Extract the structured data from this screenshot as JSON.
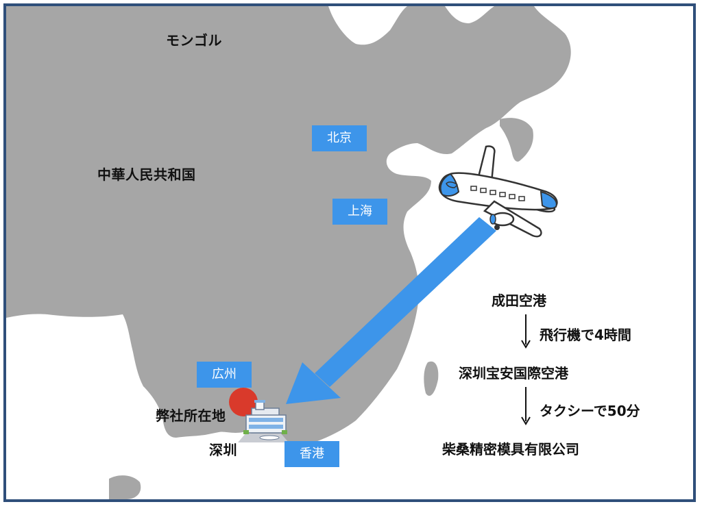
{
  "map": {
    "colors": {
      "land": "#a6a6a6",
      "sea": "#ffffff",
      "border": "#2f4f7a",
      "city_box": "#3d95ea",
      "route_arrow": "#3d95ea",
      "marker": "#d93a2b"
    },
    "labels": {
      "mongolia": "モンゴル",
      "china": "中華人民共和国",
      "company_location": "弊社所在地",
      "shenzhen": "深圳"
    },
    "cities": {
      "beijing": "北京",
      "shanghai": "上海",
      "guangzhou": "広州",
      "hongkong": "香港"
    },
    "icons": {
      "airplane": "airplane-icon",
      "airport": "airport-building-icon",
      "marker": "location-marker-icon"
    }
  },
  "route": {
    "origin": "成田空港",
    "leg1": "飛行機で4時間",
    "stop": "深圳宝安国際空港",
    "leg2": "タクシーで50分",
    "destination": "柴桑精密模具有限公司"
  }
}
